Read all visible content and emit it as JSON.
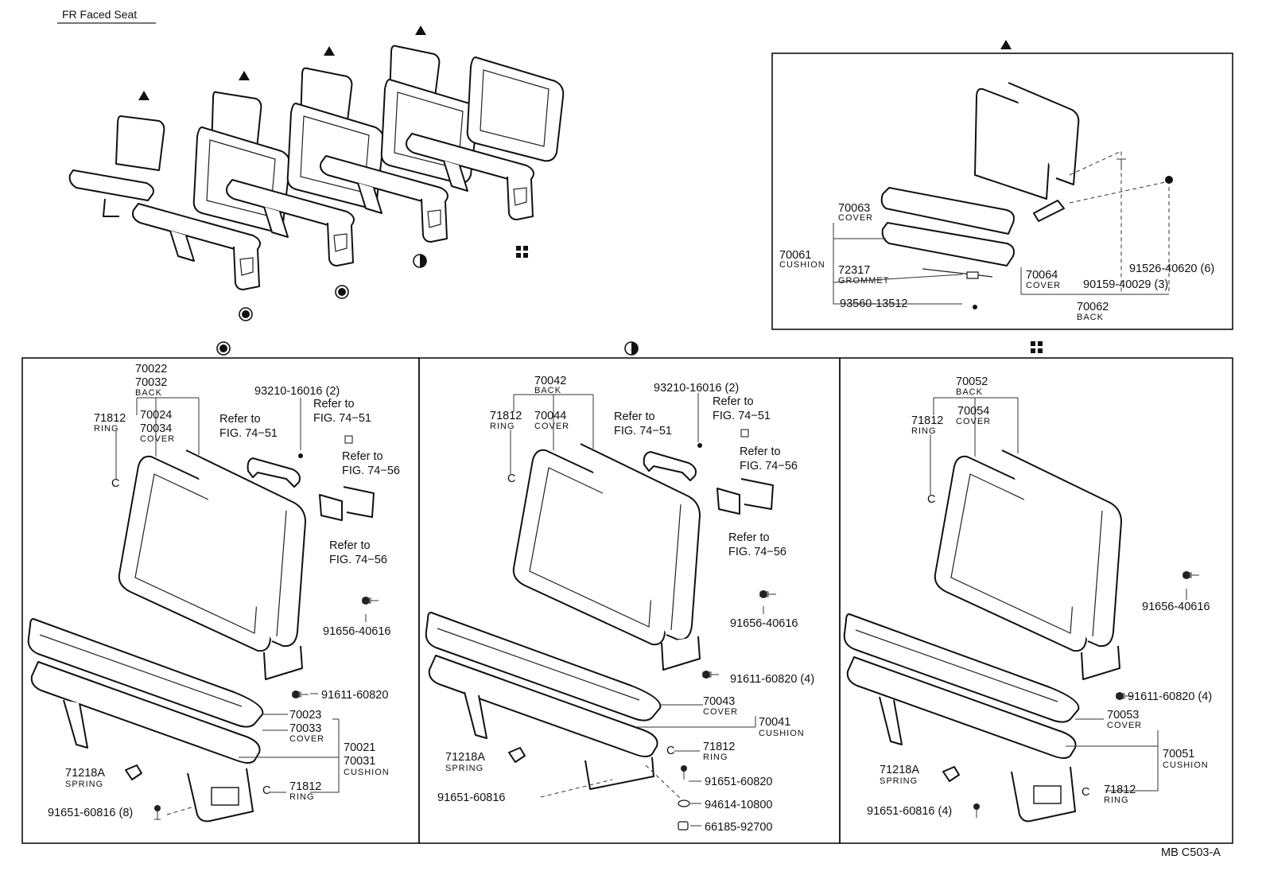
{
  "title": "FR Faced Seat",
  "footer_code": "MB C503-A",
  "symbols": {
    "triangle": "▲",
    "circle": "●",
    "half_circle": "◑",
    "squares": "▪▪"
  },
  "overview": {
    "labels": [
      "▲",
      "▲",
      "▲",
      "▲"
    ]
  },
  "top_right_box": {
    "marker": "▲",
    "parts": [
      {
        "number": "70063",
        "label": "COVER"
      },
      {
        "number": "70061",
        "label": "CUSHION"
      },
      {
        "number": "72317",
        "label": "GROMMET"
      },
      {
        "number": "93560-13512",
        "label": ""
      },
      {
        "number": "70064",
        "label": "COVER"
      },
      {
        "number": "70062",
        "label": "BACK"
      },
      {
        "number": "90159-40029 (3)",
        "label": ""
      },
      {
        "number": "91526-40620 (6)",
        "label": ""
      }
    ]
  },
  "panel1": {
    "marker": "●",
    "parts": {
      "back_a": "70022",
      "back_b": "70032",
      "back_label": "BACK",
      "ring": "71812",
      "ring_label": "RING",
      "cover_a": "70024",
      "cover_b": "70034",
      "cover_label": "COVER",
      "bolt_top": "93210-16016 (2)",
      "ref1_line1": "Refer to",
      "ref1_line2": "FIG. 74−51",
      "ref2_line1": "Refer to",
      "ref2_line2": "FIG. 74−51",
      "ref3_line1": "Refer to",
      "ref3_line2": "FIG. 74−56",
      "ref4_line1": "Refer to",
      "ref4_line2": "FIG. 74−56",
      "bolt_right": "91656-40616",
      "bolt_mid": "91611-60820",
      "cushion_cover_a": "70023",
      "cushion_cover_b": "70033",
      "cushion_cover_label": "COVER",
      "cushion_a": "70021",
      "cushion_b": "70031",
      "cushion_label": "CUSHION",
      "spring": "71218A",
      "spring_label": "SPRING",
      "ring2": "71812",
      "ring2_label": "RING",
      "bolt_bottom": "91651-60816 (8)"
    }
  },
  "panel2": {
    "marker": "◑",
    "parts": {
      "back": "70042",
      "back_label": "BACK",
      "ring": "71812",
      "ring_label": "RING",
      "cover": "70044",
      "cover_label": "COVER",
      "bolt_top": "93210-16016 (2)",
      "ref1_line1": "Refer to",
      "ref1_line2": "FIG. 74−51",
      "ref2_line1": "Refer to",
      "ref2_line2": "FIG. 74−51",
      "ref3_line1": "Refer to",
      "ref3_line2": "FIG. 74−56",
      "ref4_line1": "Refer to",
      "ref4_line2": "FIG. 74−56",
      "bolt_right": "91656-40616",
      "bolt_mid": "91611-60820 (4)",
      "cushion_cover": "70043",
      "cushion_cover_label": "COVER",
      "cushion": "70041",
      "cushion_label": "CUSHION",
      "ring2": "71812",
      "ring2_label": "RING",
      "spring": "71218A",
      "spring_label": "SPRING",
      "bolt_a": "91651-60820",
      "bolt_b": "91651-60816",
      "washer": "94614-10800",
      "nut": "66185-92700"
    }
  },
  "panel3": {
    "marker": "▪▪",
    "parts": {
      "back": "70052",
      "back_label": "BACK",
      "ring": "71812",
      "ring_label": "RING",
      "cover": "70054",
      "cover_label": "COVER",
      "bolt_right": "91656-40616",
      "bolt_mid": "91611-60820 (4)",
      "cushion_cover": "70053",
      "cushion_cover_label": "COVER",
      "cushion": "70051",
      "cushion_label": "CUSHION",
      "spring": "71218A",
      "spring_label": "SPRING",
      "ring2": "71812",
      "ring2_label": "RING",
      "bolt_bottom": "91651-60816 (4)"
    }
  }
}
